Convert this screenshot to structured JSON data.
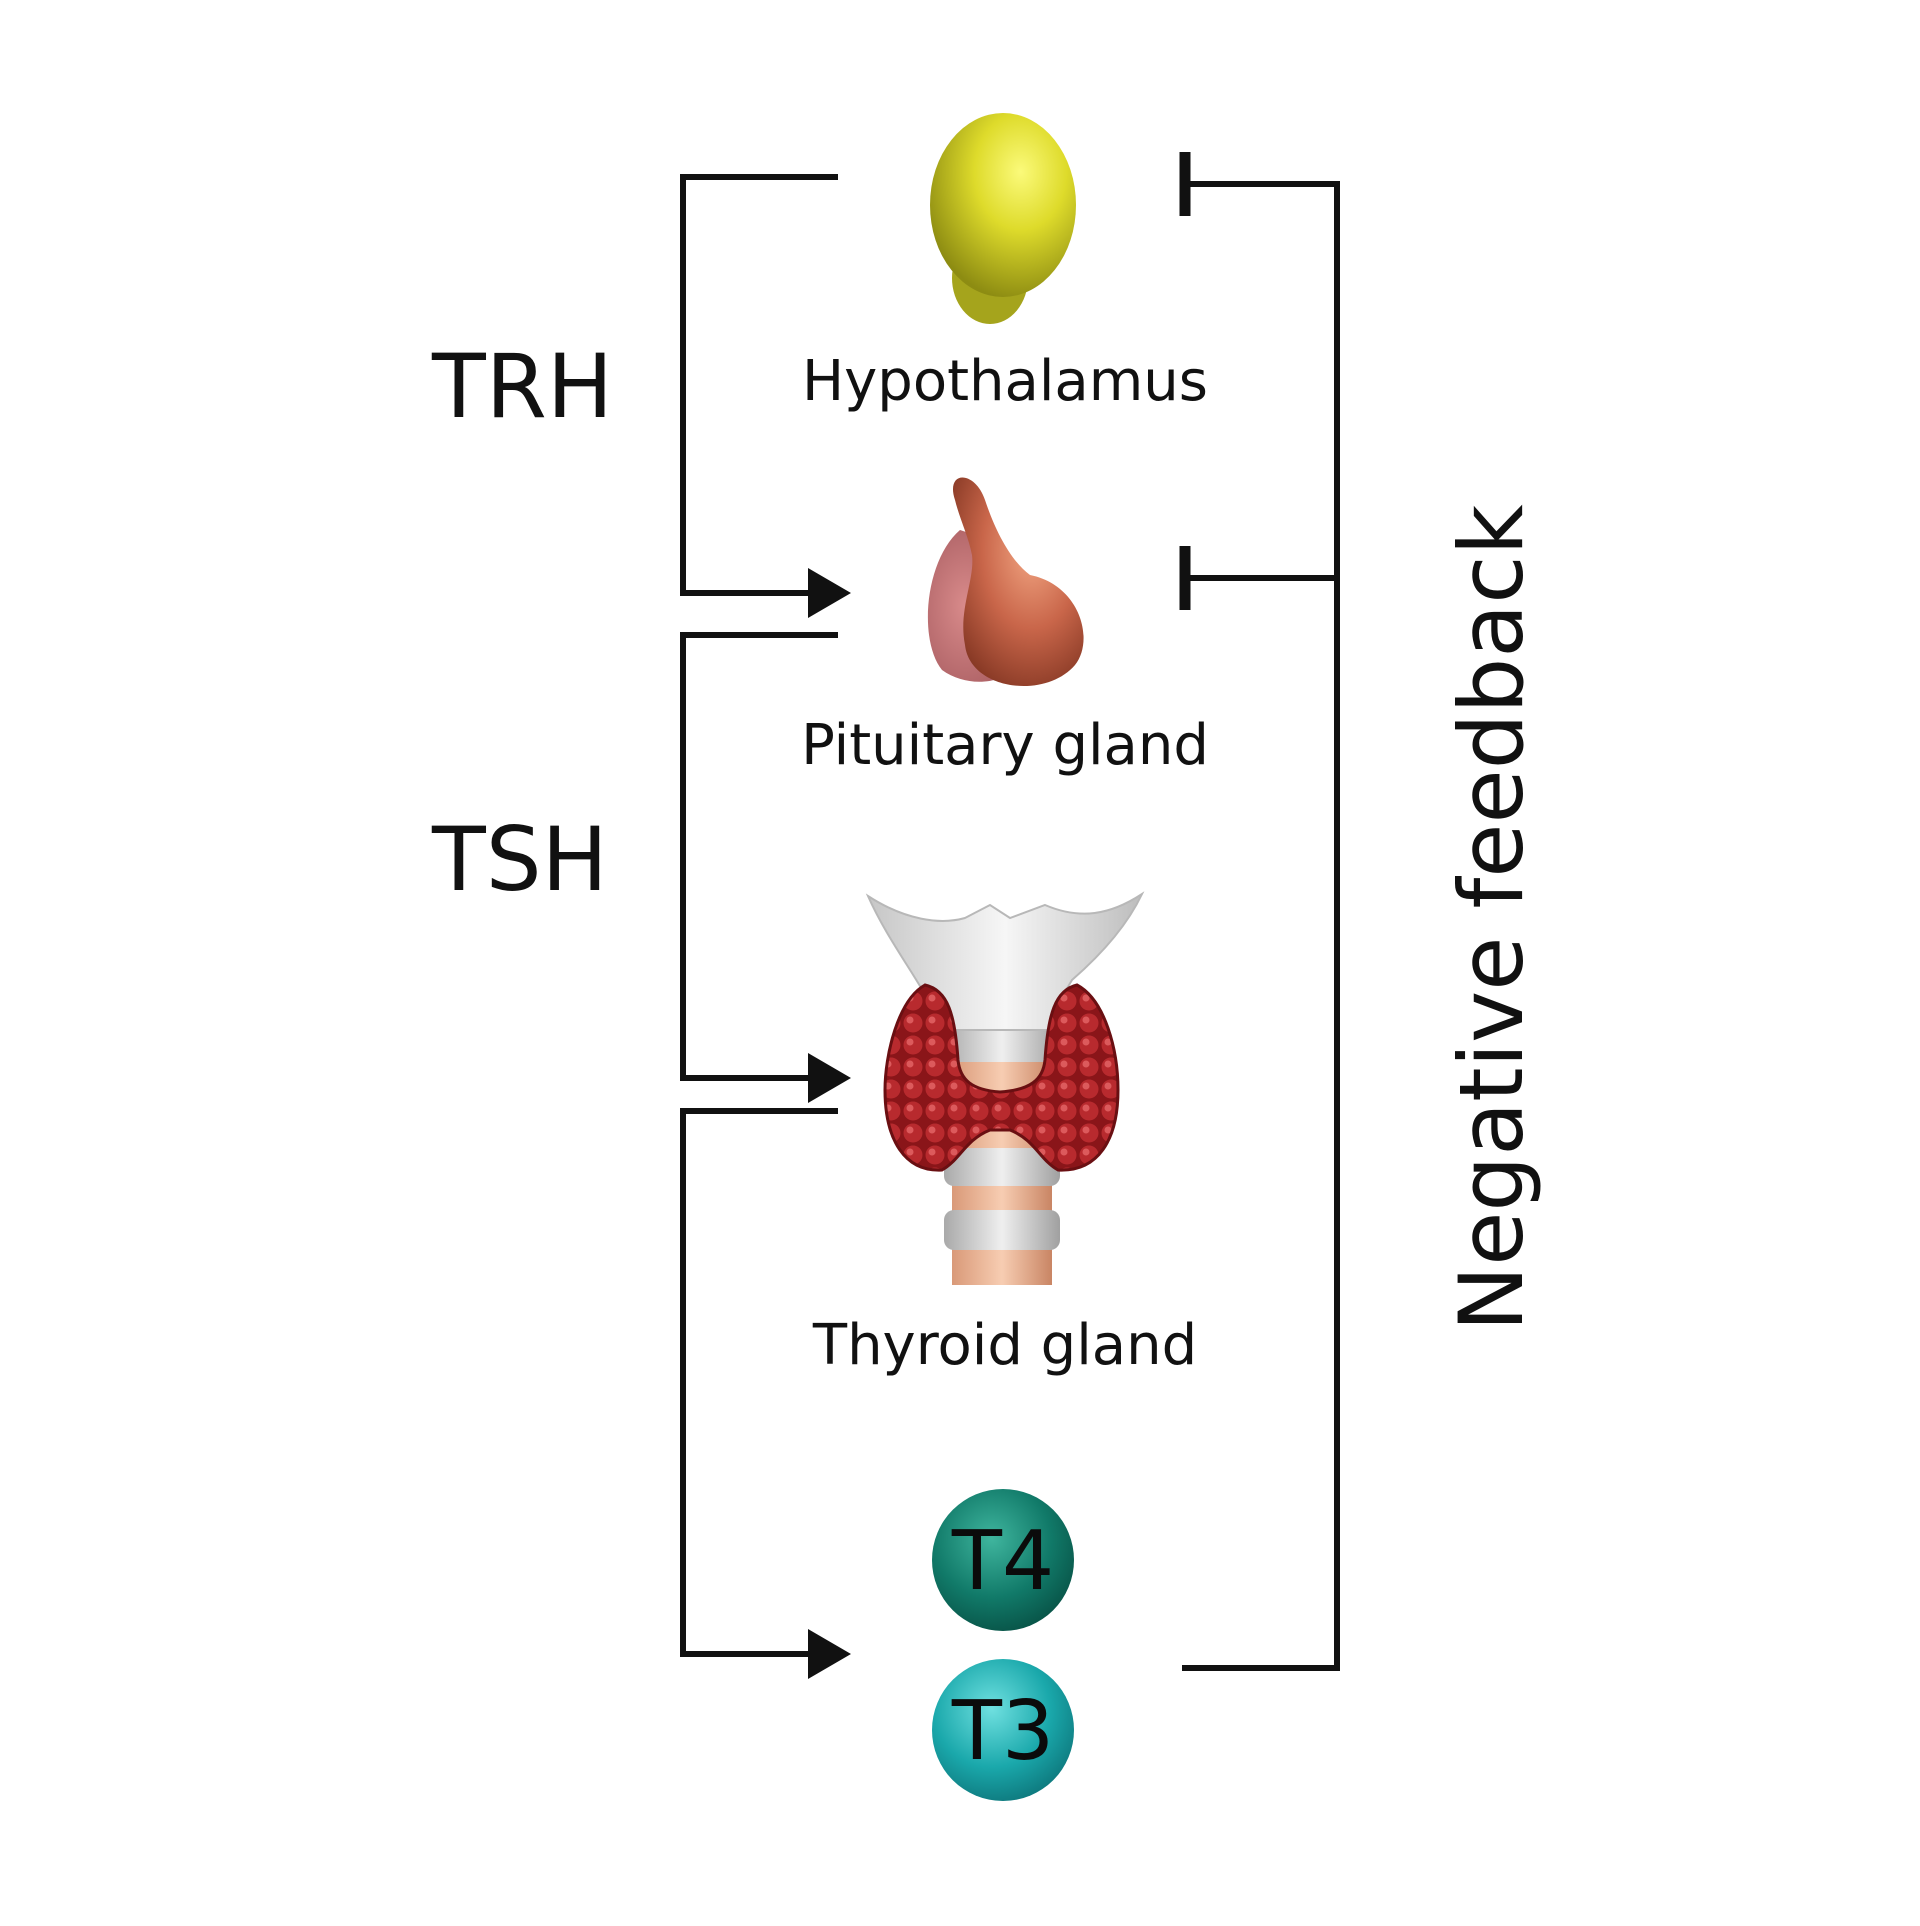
{
  "hormones": {
    "trh": "TRH",
    "tsh": "TSH",
    "t4": "T4",
    "t3": "T3"
  },
  "organs": {
    "hypothalamus": "Hypothalamus",
    "pituitary": "Pituitary gland",
    "thyroid": "Thyroid gland"
  },
  "feedback_label": "Negative feedback",
  "colors": {
    "hypothalamus": "#d8d62a",
    "pituitary": "#c8684a",
    "thyroid": "#9b1c1f",
    "t4": "#127a6a",
    "t3": "#1ba9ad",
    "lines": "#111111"
  }
}
